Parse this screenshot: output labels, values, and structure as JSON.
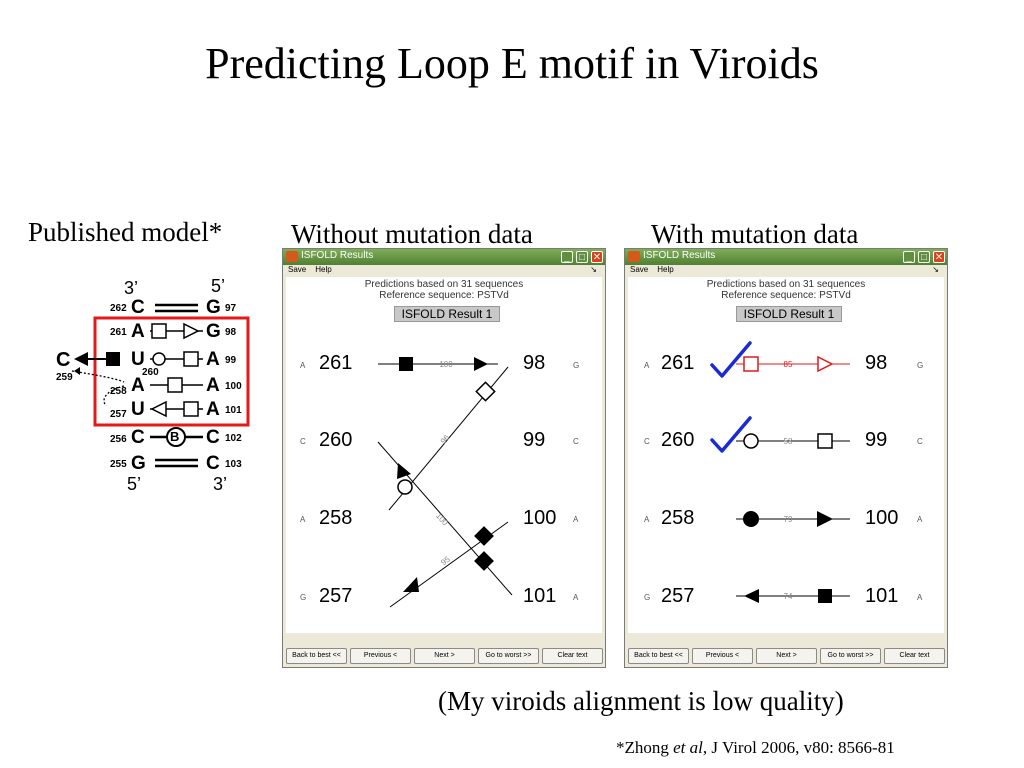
{
  "title": "Predicting Loop E motif in Viroids",
  "captions": {
    "published": "Published model*",
    "without": "Without mutation data",
    "with": "With mutation data"
  },
  "note": "(My viroids alignment is low quality)",
  "citation": {
    "prefix": "*Zhong ",
    "italic": "et al",
    "suffix": ", J Virol 2006, v80: 8566-81"
  },
  "model": {
    "top_left_end": "3’",
    "top_right_end": "5’",
    "bottom_left_end": "5’",
    "bottom_right_end": "3’",
    "bulged": {
      "base": "C",
      "number": "259"
    },
    "rows": [
      {
        "left_num": "262",
        "left": "C",
        "right": "G",
        "right_num": "97"
      },
      {
        "left_num": "261",
        "left": "A",
        "right": "G",
        "right_num": "98"
      },
      {
        "left_num": "",
        "left": "U",
        "right": "A",
        "right_num": "99",
        "sub_num": "260"
      },
      {
        "left_num": "258",
        "left": "A",
        "right": "A",
        "right_num": "100"
      },
      {
        "left_num": "257",
        "left": "U",
        "right": "A",
        "right_num": "101"
      },
      {
        "left_num": "256",
        "left": "C",
        "right": "C",
        "right_num": "102",
        "middle": "B"
      },
      {
        "left_num": "255",
        "left": "G",
        "right": "C",
        "right_num": "103"
      }
    ],
    "box_color": "#e41a1a"
  },
  "windows": [
    {
      "title": "ISFOLD Results",
      "menu": [
        "Save",
        "Help"
      ],
      "menu_arrow": "↘",
      "info_line1": "Predictions based on 31 sequences",
      "info_line2": "Reference sequence: PSTVd",
      "result": "ISFOLD Result 1",
      "left_rows": [
        {
          "base": "A",
          "num": "261"
        },
        {
          "base": "C",
          "num": "260"
        },
        {
          "base": "A",
          "num": "258"
        },
        {
          "base": "G",
          "num": "257"
        }
      ],
      "right_rows": [
        {
          "num": "98",
          "base": "G"
        },
        {
          "num": "99",
          "base": "C"
        },
        {
          "num": "100",
          "base": "A"
        },
        {
          "num": "101",
          "base": "A"
        }
      ],
      "scores": [
        "100",
        "96",
        "100",
        "95"
      ],
      "buttons": [
        "Back to best <<",
        "Previous <",
        "Next >",
        "Go to worst >>",
        "Clear text"
      ]
    },
    {
      "title": "ISFOLD Results",
      "menu": [
        "Save",
        "Help"
      ],
      "menu_arrow": "↘",
      "info_line1": "Predictions based on 31 sequences",
      "info_line2": "Reference sequence: PSTVd",
      "result": "ISFOLD Result 1",
      "left_rows": [
        {
          "base": "A",
          "num": "261"
        },
        {
          "base": "C",
          "num": "260"
        },
        {
          "base": "A",
          "num": "258"
        },
        {
          "base": "G",
          "num": "257"
        }
      ],
      "right_rows": [
        {
          "num": "98",
          "base": "G"
        },
        {
          "num": "99",
          "base": "C"
        },
        {
          "num": "100",
          "base": "A"
        },
        {
          "num": "101",
          "base": "A"
        }
      ],
      "scores": [
        "85",
        "58",
        "79",
        "74"
      ],
      "highlight_color": "#e41a1a",
      "check_color": "#1a2bd6",
      "buttons": [
        "Back to best <<",
        "Previous <",
        "Next >",
        "Go to worst >>",
        "Clear text"
      ]
    }
  ]
}
